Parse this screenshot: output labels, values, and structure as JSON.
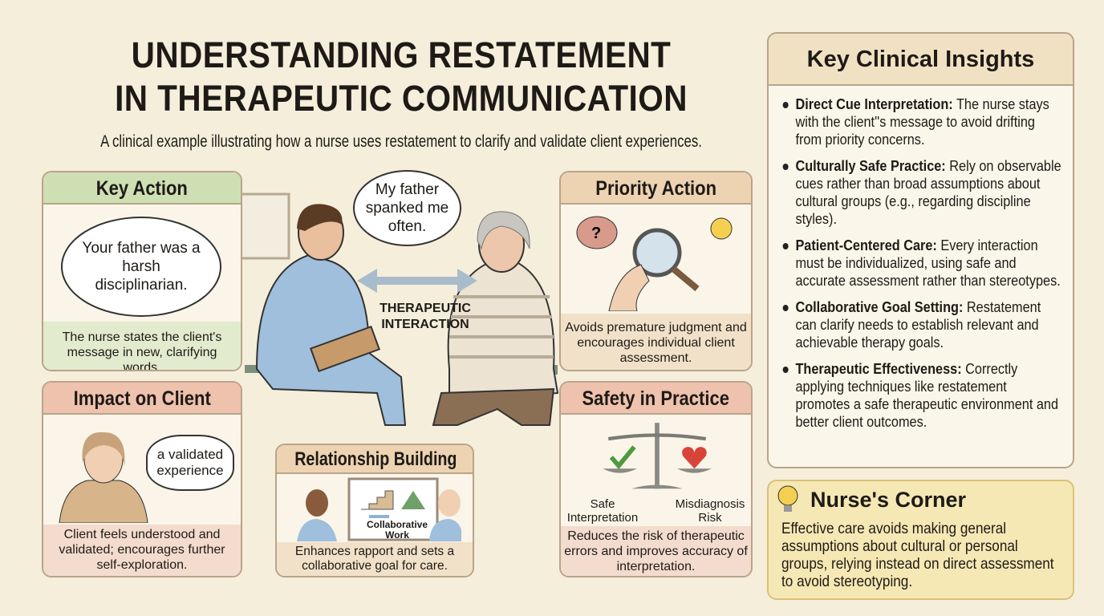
{
  "title": {
    "line1": "UNDERSTANDING RESTATEMENT",
    "line2": "IN THERAPEUTIC COMMUNICATION"
  },
  "subtitle": "A clinical example illustrating how a nurse uses restatement to clarify and validate client experiences.",
  "center": {
    "client_speech": "My father spanked me often.",
    "interaction_label_1": "THERAPEUTIC",
    "interaction_label_2": "INTERACTION"
  },
  "key_action": {
    "title": "Key Action",
    "speech": "Your father was a harsh disciplinarian.",
    "caption": "The nurse states the client's message in new, clarifying words."
  },
  "impact": {
    "title": "Impact on Client",
    "thought": "a validated experience",
    "caption": "Client feels understood and validated; encourages further self-exploration."
  },
  "relationship": {
    "title": "Relationship Building",
    "label_1": "Collaborative",
    "label_2": "Work",
    "caption": "Enhances rapport and sets a collaborative goal for care."
  },
  "priority": {
    "title": "Priority Action",
    "caption": "Avoids premature judgment and encourages individual client assessment."
  },
  "safety": {
    "title": "Safety in Practice",
    "left_label": "Safe Interpretation",
    "right_label": "Misdiagnosis Risk",
    "caption": "Reduces the risk of therapeutic errors and improves accuracy of interpretation."
  },
  "insights": {
    "title": "Key Clinical Insights",
    "items": [
      {
        "term": "Direct Cue Interpretation:",
        "text": " The nurse stays with the client''s message to avoid drifting from priority concerns."
      },
      {
        "term": "Culturally Safe Practice:",
        "text": " Rely on observable cues rather than broad assumptions about cultural groups (e.g., regarding discipline styles)."
      },
      {
        "term": "Patient-Centered Care:",
        "text": " Every interaction must be individualized, using safe and accurate assessment rather than stereotypes."
      },
      {
        "term": "Collaborative Goal Setting:",
        "text": " Restatement can clarify needs to establish relevant and achievable therapy goals."
      },
      {
        "term": "Therapeutic Effectiveness:",
        "text": " Correctly applying techniques like restatement promotes a safe therapeutic environment and better client outcomes."
      }
    ]
  },
  "corner": {
    "title": "Nurse's Corner",
    "text": "Effective care avoids making general assumptions about cultural or personal groups, relying instead on direct assessment to avoid stereotyping."
  },
  "colors": {
    "background": "#f5eedb",
    "green_header": "#cfdfb4",
    "red_header": "#efc2ae",
    "tan_header": "#edd3b2",
    "scrubs": "#9fbfdc",
    "heart": "#d9443a",
    "check": "#4f9a3e"
  }
}
